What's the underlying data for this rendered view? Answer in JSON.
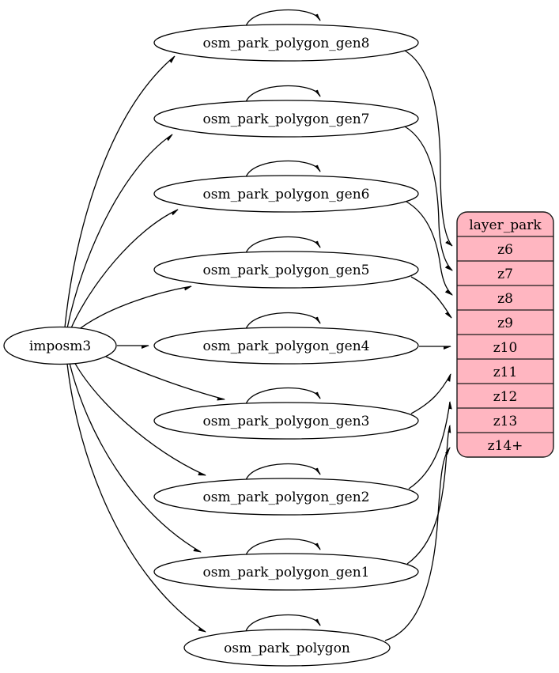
{
  "graph": {
    "importer": {
      "label": "imposm3"
    },
    "layer_table": {
      "title": "layer_park",
      "zoom_rows": [
        "z6",
        "z7",
        "z8",
        "z9",
        "z10",
        "z11",
        "z12",
        "z13",
        "z14+"
      ]
    },
    "generalized_tables": [
      {
        "label": "osm_park_polygon_gen8",
        "maps_to_zoom": "z6"
      },
      {
        "label": "osm_park_polygon_gen7",
        "maps_to_zoom": "z7"
      },
      {
        "label": "osm_park_polygon_gen6",
        "maps_to_zoom": "z8"
      },
      {
        "label": "osm_park_polygon_gen5",
        "maps_to_zoom": "z9"
      },
      {
        "label": "osm_park_polygon_gen4",
        "maps_to_zoom": "z10"
      },
      {
        "label": "osm_park_polygon_gen3",
        "maps_to_zoom": "z11"
      },
      {
        "label": "osm_park_polygon_gen2",
        "maps_to_zoom": "z12"
      },
      {
        "label": "osm_park_polygon_gen1",
        "maps_to_zoom": "z13"
      },
      {
        "label": "osm_park_polygon",
        "maps_to_zoom": "z14+"
      }
    ],
    "edges_from_importer": [
      "osm_park_polygon_gen8",
      "osm_park_polygon_gen7",
      "osm_park_polygon_gen6",
      "osm_park_polygon_gen5",
      "osm_park_polygon_gen4",
      "osm_park_polygon_gen3",
      "osm_park_polygon_gen2",
      "osm_park_polygon_gen1",
      "osm_park_polygon"
    ],
    "self_loops": [
      "osm_park_polygon_gen8",
      "osm_park_polygon_gen7",
      "osm_park_polygon_gen6",
      "osm_park_polygon_gen5",
      "osm_park_polygon_gen4",
      "osm_park_polygon_gen3",
      "osm_park_polygon_gen2",
      "osm_park_polygon_gen1",
      "osm_park_polygon"
    ],
    "colors": {
      "layer_fill": "#ffb6c1",
      "node_fill": "#ffffff",
      "stroke": "#000000",
      "background": "#ffffff"
    }
  }
}
